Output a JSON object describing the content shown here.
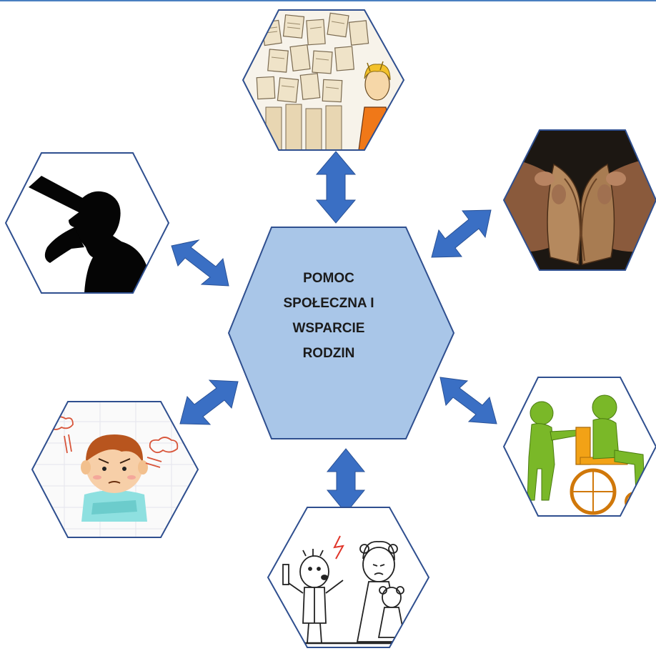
{
  "colors": {
    "hex_stroke": "#2f4f8f",
    "center_fill": "#a9c6e8",
    "arrow_fill": "#3a6fc4",
    "arrow_stroke": "#2a5297"
  },
  "center": {
    "line1": "POMOC",
    "line2": "SPOŁECZNA I",
    "line3": "WSPARCIE",
    "line4": "RODZIN"
  },
  "satellites": [
    {
      "name": "unemployment-hexagon",
      "icon": "job-board-icon"
    },
    {
      "name": "poverty-hexagon",
      "icon": "empty-wallet-icon"
    },
    {
      "name": "alcoholism-hexagon",
      "icon": "drinking-man-silhouette-icon"
    },
    {
      "name": "disability-hexagon",
      "icon": "wheelchair-figures-icon"
    },
    {
      "name": "child-problems-hexagon",
      "icon": "angry-boy-icon"
    },
    {
      "name": "domestic-violence-hexagon",
      "icon": "family-argument-icon"
    }
  ]
}
